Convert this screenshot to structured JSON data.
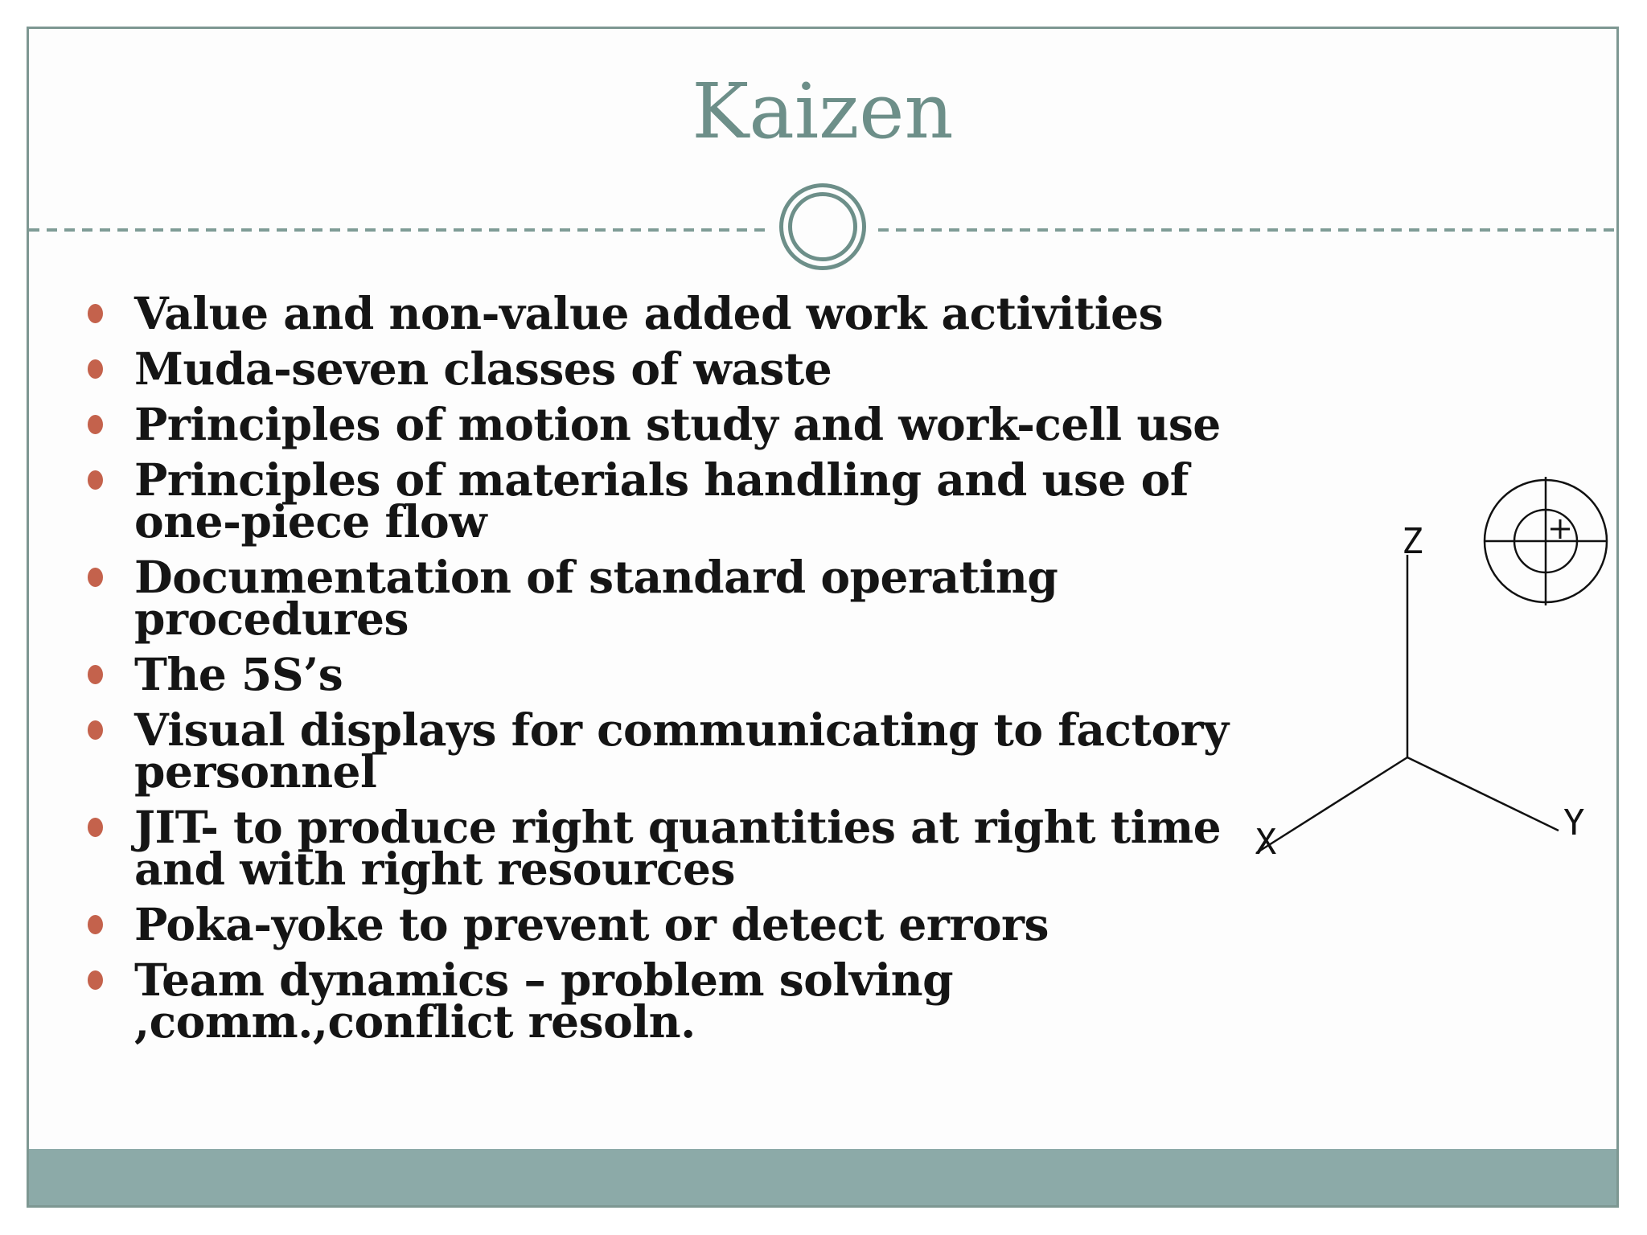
{
  "slide": {
    "title": "Kaizen",
    "bullets": [
      {
        "text": "Value and non-value added work activities"
      },
      {
        "text": "Muda-seven classes of waste"
      },
      {
        "text": "Principles of motion study and work-cell use"
      },
      {
        "text": "Principles of materials handling and use of\none-piece flow"
      },
      {
        "text": "Documentation of standard operating\nprocedures"
      },
      {
        "text": "The 5S’s"
      },
      {
        "text": "Visual displays for communicating to factory\npersonnel"
      },
      {
        "text": "JIT- to produce right quantities at right time\nand with right resources"
      },
      {
        "text": "Poka-yoke to prevent or detect errors"
      },
      {
        "text": "Team dynamics – problem solving\n,comm.,conflict resoln."
      }
    ],
    "diagram": {
      "z_label": "Z",
      "x_label": "X",
      "y_label": "Y"
    },
    "colors": {
      "accent": "#6d8f89",
      "dashes": "#7f9c96",
      "border": "#7d9792",
      "band": "#8caaa8",
      "bullet": "#c4624c",
      "text": "#151515"
    }
  }
}
